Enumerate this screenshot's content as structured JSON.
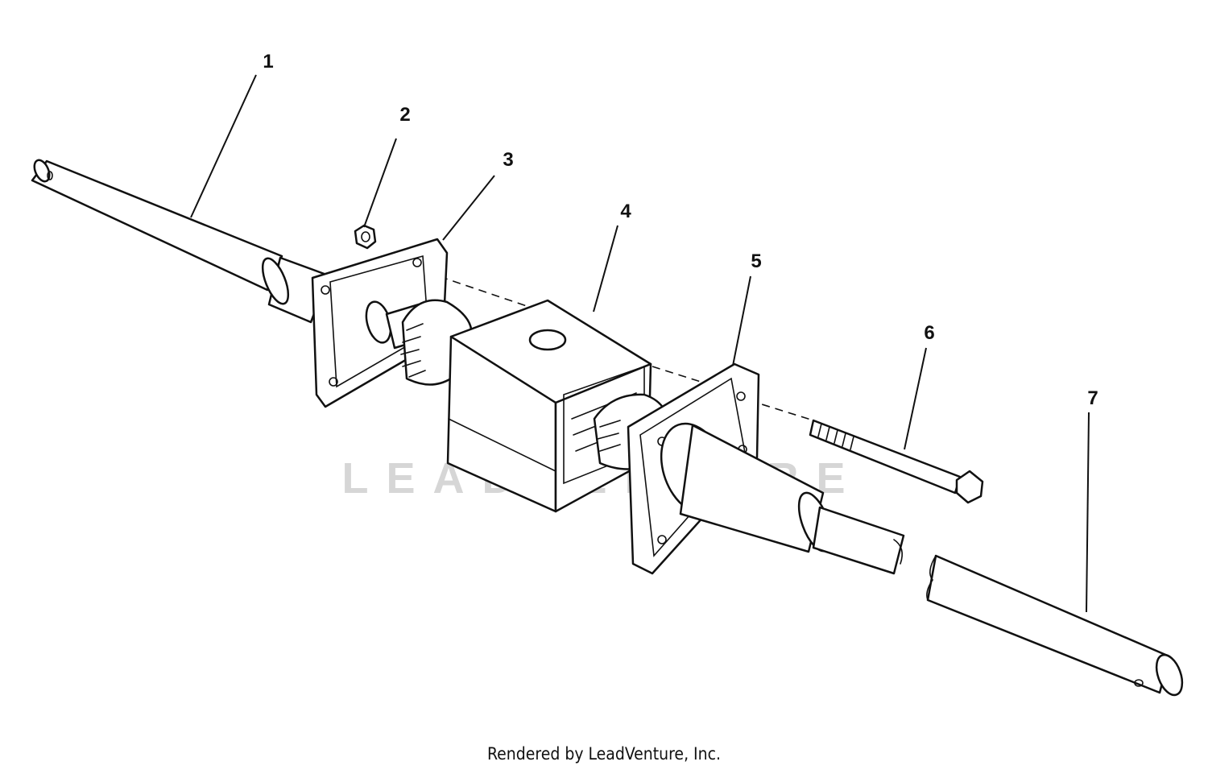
{
  "diagram": {
    "callouts": [
      "1",
      "2",
      "3",
      "4",
      "5",
      "6",
      "7"
    ],
    "watermark": "LEADVENTURE",
    "credit": "Rendered by LeadVenture, Inc."
  },
  "colors": {
    "line": "#111111",
    "background": "#ffffff",
    "watermark": "#d6d6d6"
  }
}
